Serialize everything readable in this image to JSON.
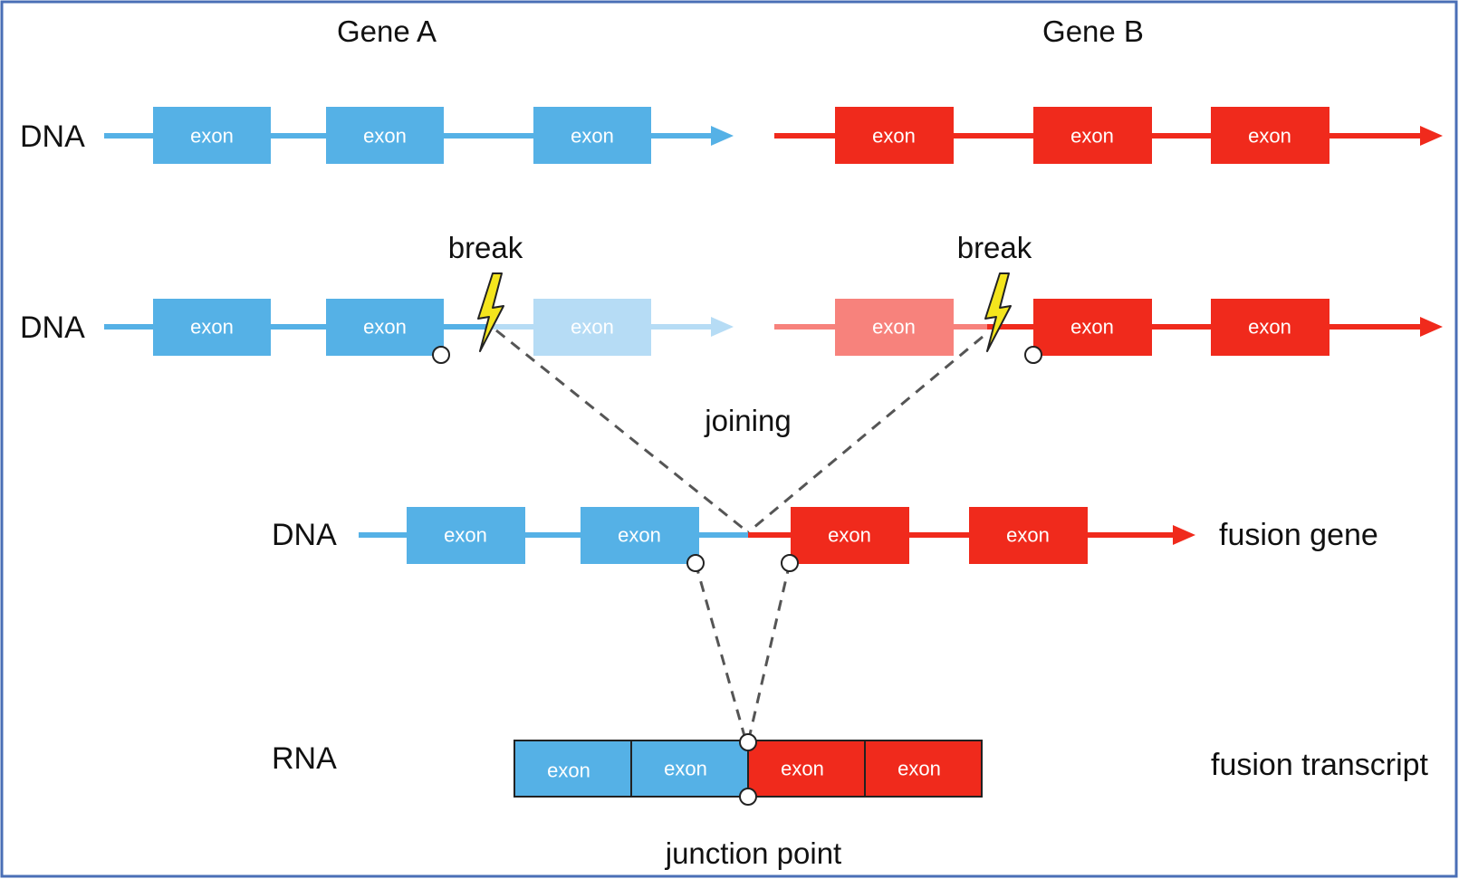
{
  "colors": {
    "gene_a": "#55b1e6",
    "gene_a_faded": "#b6dcf5",
    "gene_b": "#f02a1c",
    "gene_b_faded": "#f7827c",
    "border": "#4a6fb6",
    "dashed": "#555555",
    "lightning": "#f4e51d"
  },
  "icons": {
    "break": "lightning-icon",
    "junction": "circle-marker-icon"
  },
  "header": {
    "gene_a": "Gene A",
    "gene_b": "Gene B"
  },
  "rows": {
    "dna1_label": "DNA",
    "dna2_label": "DNA",
    "fusion_dna_label": "DNA",
    "rna_label": "RNA"
  },
  "annotations": {
    "break_a": "break",
    "break_b": "break",
    "joining": "joining",
    "fusion_gene": "fusion gene",
    "fusion_transcript": "fusion transcript",
    "junction_point": "junction point"
  },
  "exon_label": "exon"
}
